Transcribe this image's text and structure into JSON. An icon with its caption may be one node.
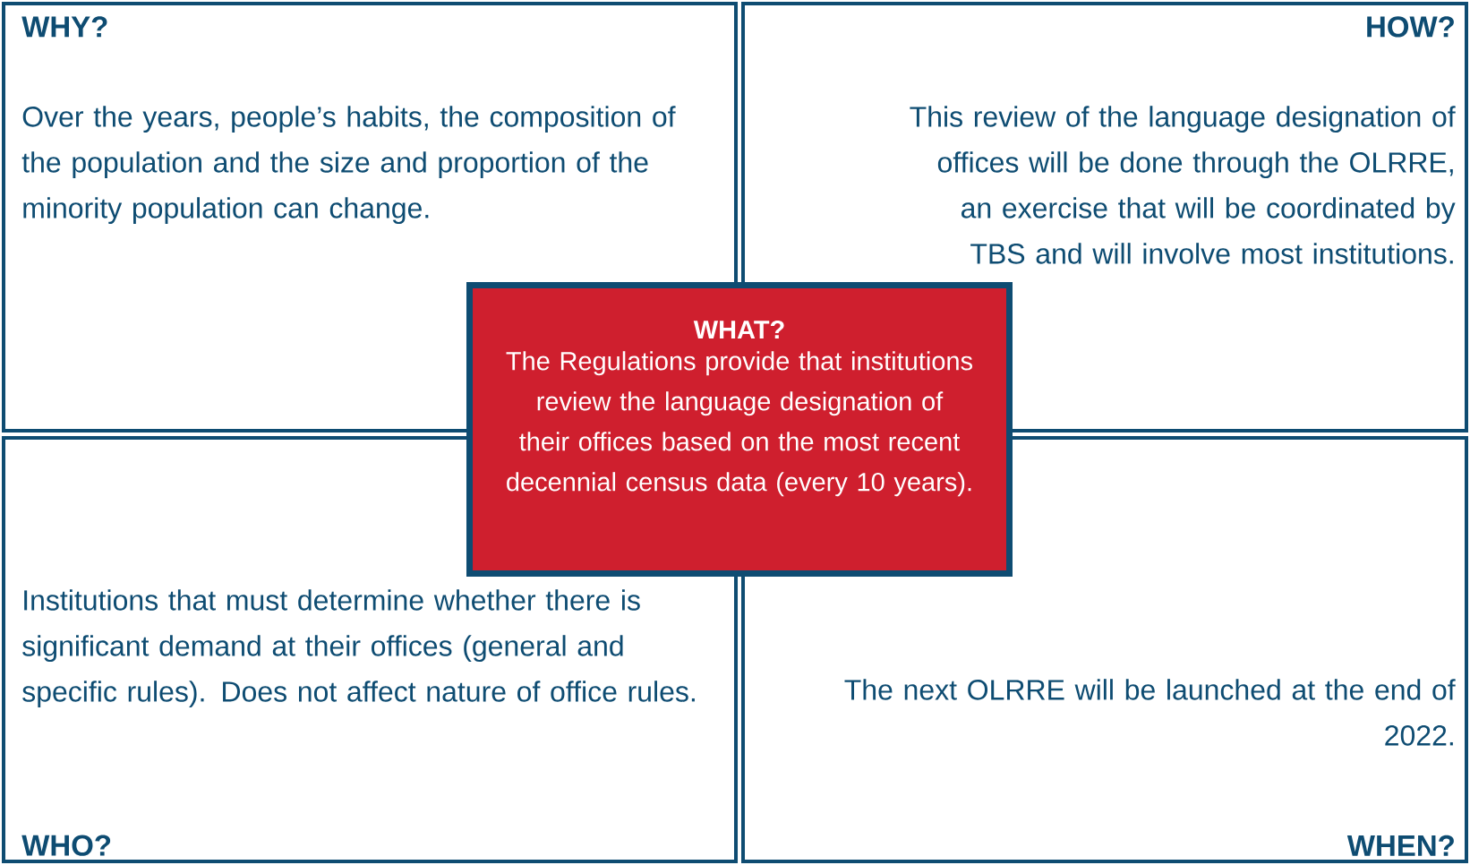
{
  "diagram": {
    "nodes": [
      {
        "text": [
          "WHY?",
          "Over the years, people’s habits, the composition of the population and the size and proportion of the minority population can change."
        ]
      },
      {
        "text": [
          "HOW?",
          "This review of the language designation of offices will be done through the OLRRE, an exercise that will be coordinated by TBS and will involve most institutions."
        ]
      },
      {
        "text": [
          "WHAT?",
          "The Regulations provide that institutions review the language designation of their offices based on the most recent decennial census data (every 10 years)."
        ]
      },
      {
        "text": [
          "Institutions that must determine whether there is significant demand at their offices (general and specific rules). Does not affect nature of office rules.",
          "WHO?"
        ]
      },
      {
        "text": [
          "The next OLRRE will be launched at the end of 2022.",
          "WHEN?"
        ]
      }
    ]
  }
}
